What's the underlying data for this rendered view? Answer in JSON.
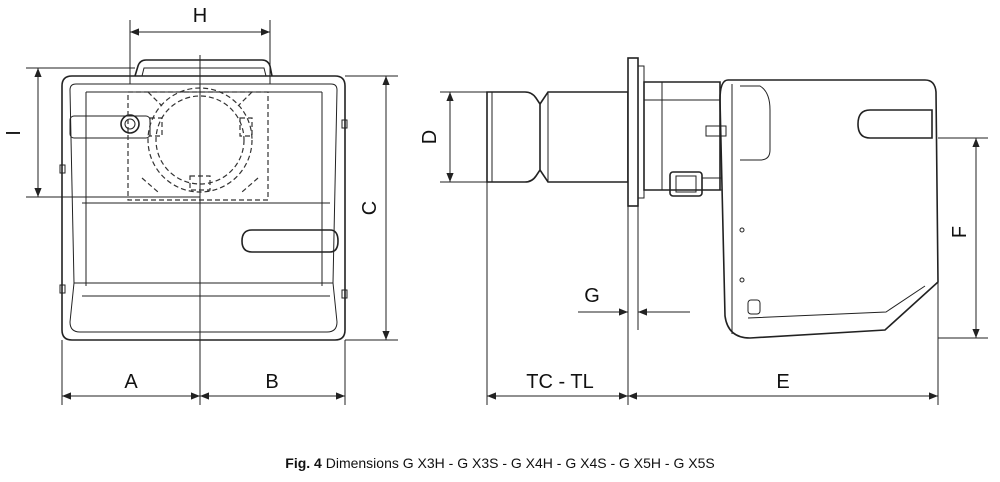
{
  "labels": {
    "H": "H",
    "I": "I",
    "C": "C",
    "A": "A",
    "B": "B",
    "D": "D",
    "G": "G",
    "F": "F",
    "TC_TL": "TC - TL",
    "E": "E"
  },
  "caption": {
    "prefix": "Fig. 4",
    "text": " Dimensions G X3H - G X3S - G X4H - G X4S - G X5H - G X5S"
  }
}
